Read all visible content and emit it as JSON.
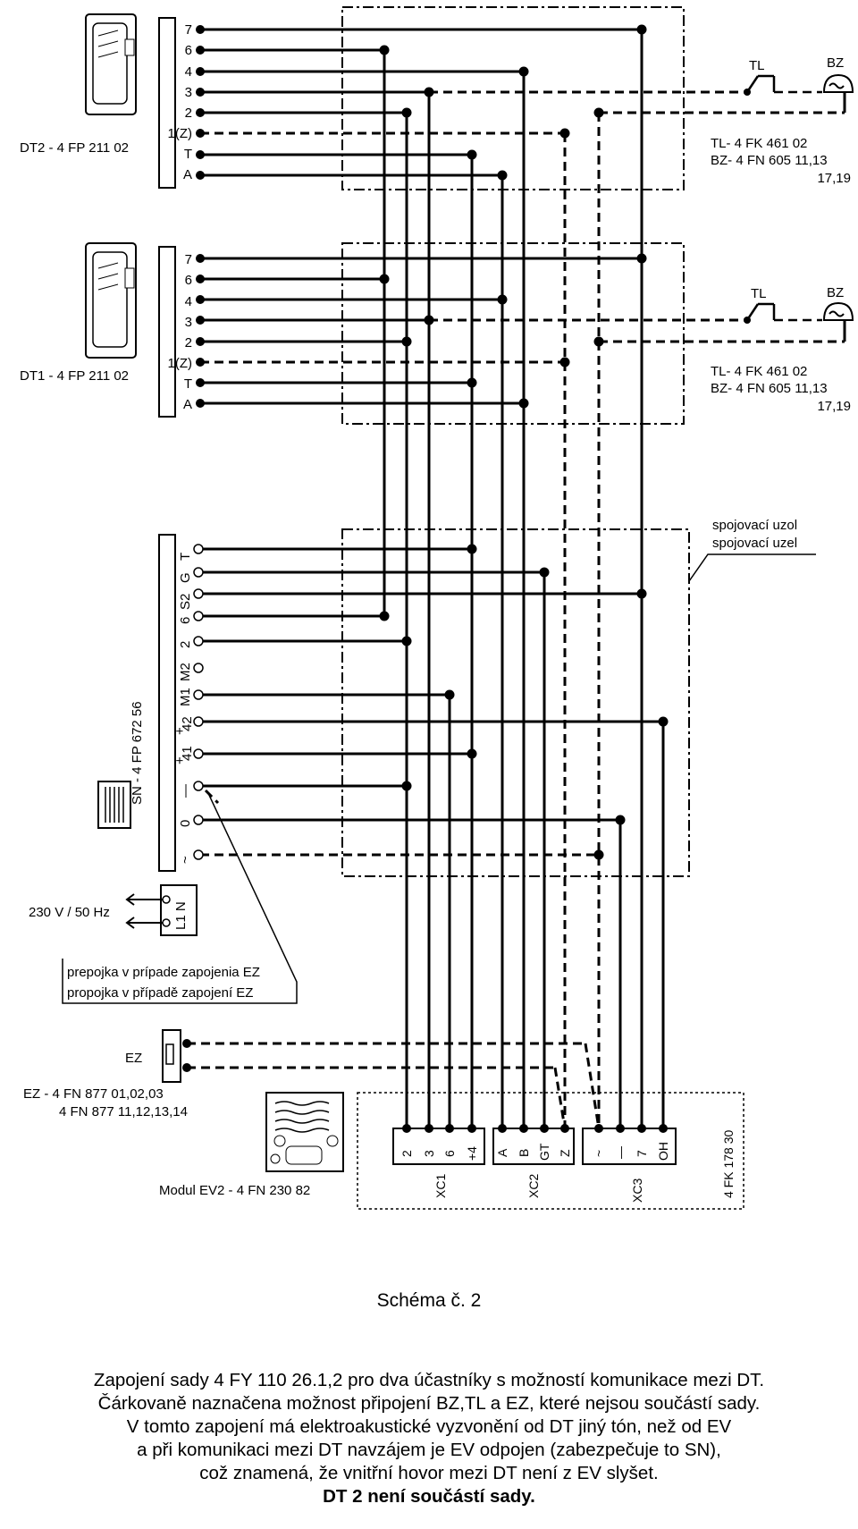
{
  "labels": {
    "dt2_name": "DT2 - 4 FP 211 02",
    "dt1_name": "DT1 - 4 FP 211 02",
    "terminal_pins": [
      "7",
      "6",
      "4",
      "3",
      "2",
      "1(Z)",
      "T",
      "A"
    ],
    "tl": "TL",
    "bz": "BZ",
    "tl_code": "TL- 4 FK 461 02",
    "bz_code": "BZ- 4 FN 605 11,13",
    "bz_code2": "17,19",
    "node_sk": "spojovací uzol",
    "node_cz": "spojovací uzel",
    "sn_name": "SN - 4 FP 672 56",
    "sn_pins": [
      "T",
      "G",
      "S2",
      "6",
      "2",
      "M2",
      "M1",
      "+\n42",
      "+\n41",
      "—",
      "0",
      "~"
    ],
    "power": "230 V / 50 Hz",
    "power_pins": "L1 N",
    "jumper_sk": "prepojka v prípade zapojenia EZ",
    "jumper_cz": "propojka v případě zapojení EZ",
    "ez": "EZ",
    "ez_code1": "EZ - 4 FN 877 01,02,03",
    "ez_code2": "4 FN 877 11,12,13,14",
    "module": "Modul EV2 - 4 FN 230 82",
    "xc1_pins": [
      "2",
      "3",
      "6",
      "+4"
    ],
    "xc2_pins": [
      "A",
      "B",
      "GT",
      "Z"
    ],
    "xc3_pins": [
      "~",
      "—",
      "7",
      "OH"
    ],
    "xc1": "XC1",
    "xc2": "XC2",
    "xc3": "XC3",
    "module_code": "4 FK 178 30"
  },
  "schema_title": "Schéma č. 2",
  "caption_lines": [
    "Zapojení sady 4 FY 110 26.1,2 pro dva účastníky s možností komunikace mezi DT.",
    "Čárkovaně naznačena možnost připojení BZ,TL a EZ, které nejsou součástí sady.",
    "V tomto zapojení má elektroakustické vyzvonění od DT jiný tón, než od EV",
    "a při komunikaci mezi DT navzájem je EV odpojen (zabezpečuje to SN),",
    "což znamená, že vnitřní hovor mezi DT není z EV slyšet."
  ],
  "caption_bold": "DT 2 není součástí sady."
}
